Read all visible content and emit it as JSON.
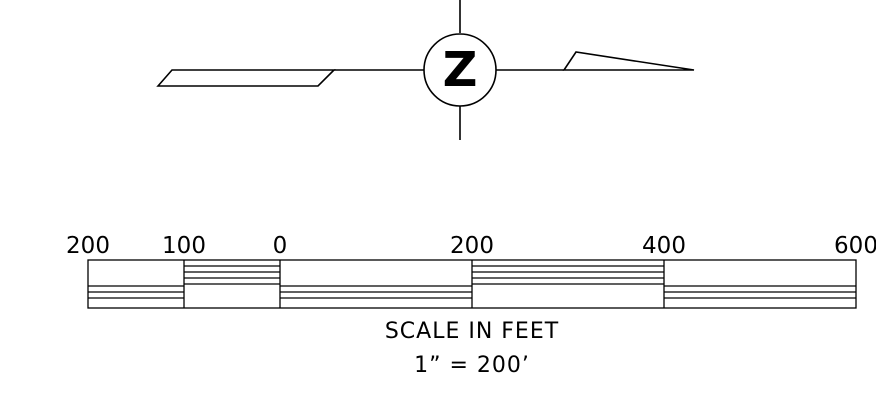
{
  "north_arrow": {
    "letter": "Z"
  },
  "scale_bar": {
    "tick_labels": [
      "200",
      "100",
      "0",
      "200",
      "400",
      "600"
    ],
    "title": "SCALE IN FEET",
    "ratio": "1” = 200’"
  },
  "colors": {
    "ink": "#000000",
    "background": "#ffffff"
  }
}
